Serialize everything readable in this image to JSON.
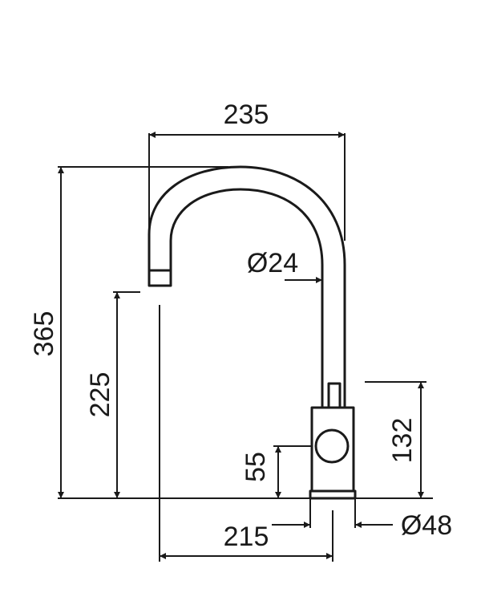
{
  "dimensions": {
    "spout_reach": "235",
    "total_height": "365",
    "spout_height": "225",
    "tube_diameter": "Ø24",
    "body_height": "132",
    "lever_height": "55",
    "outlet_to_base": "215",
    "base_diameter": "Ø48"
  }
}
